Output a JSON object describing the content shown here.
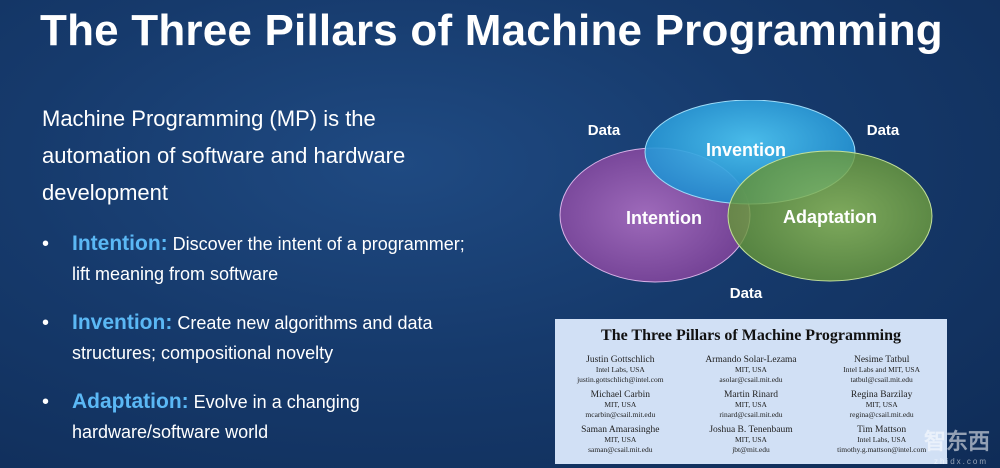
{
  "title": "The Three Pillars of Machine Programming",
  "intro": "Machine Programming (MP) is the automation of software and hardware development",
  "bullets": [
    {
      "term": "Intention:",
      "text": " Discover the intent of a programmer; lift meaning from software"
    },
    {
      "term": "Invention:",
      "text": " Create new algorithms and data structures; compositional novelty"
    },
    {
      "term": "Adaptation:",
      "text": " Evolve in a changing hardware/software world"
    }
  ],
  "venn": {
    "invention": "Invention",
    "intention": "Intention",
    "adaptation": "Adaptation",
    "data_labels": [
      "Data",
      "Data",
      "Data"
    ],
    "colors": {
      "invention": "#2aa6e0",
      "intention": "#9a5bb0",
      "adaptation": "#7fb04a"
    }
  },
  "paper": {
    "title": "The Three Pillars of Machine Programming",
    "authors": [
      {
        "name": "Justin Gottschlich",
        "affil": "Intel Labs, USA",
        "email": "justin.gottschlich@intel.com"
      },
      {
        "name": "Armando Solar-Lezama",
        "affil": "MIT, USA",
        "email": "asolar@csail.mit.edu"
      },
      {
        "name": "Nesime Tatbul",
        "affil": "Intel Labs and MIT, USA",
        "email": "tatbul@csail.mit.edu"
      },
      {
        "name": "Michael Carbin",
        "affil": "MIT, USA",
        "email": "mcarbin@csail.mit.edu"
      },
      {
        "name": "Martin Rinard",
        "affil": "MIT, USA",
        "email": "rinard@csail.mit.edu"
      },
      {
        "name": "Regina Barzilay",
        "affil": "MIT, USA",
        "email": "regina@csail.mit.edu"
      },
      {
        "name": "Saman Amarasinghe",
        "affil": "MIT, USA",
        "email": "saman@csail.mit.edu"
      },
      {
        "name": "Joshua B. Tenenbaum",
        "affil": "MIT, USA",
        "email": "jbt@mit.edu"
      },
      {
        "name": "Tim Mattson",
        "affil": "Intel Labs, USA",
        "email": "timothy.g.mattson@intel.com"
      }
    ]
  },
  "watermark": {
    "text": "智东西",
    "sub": "zhidx.com"
  }
}
